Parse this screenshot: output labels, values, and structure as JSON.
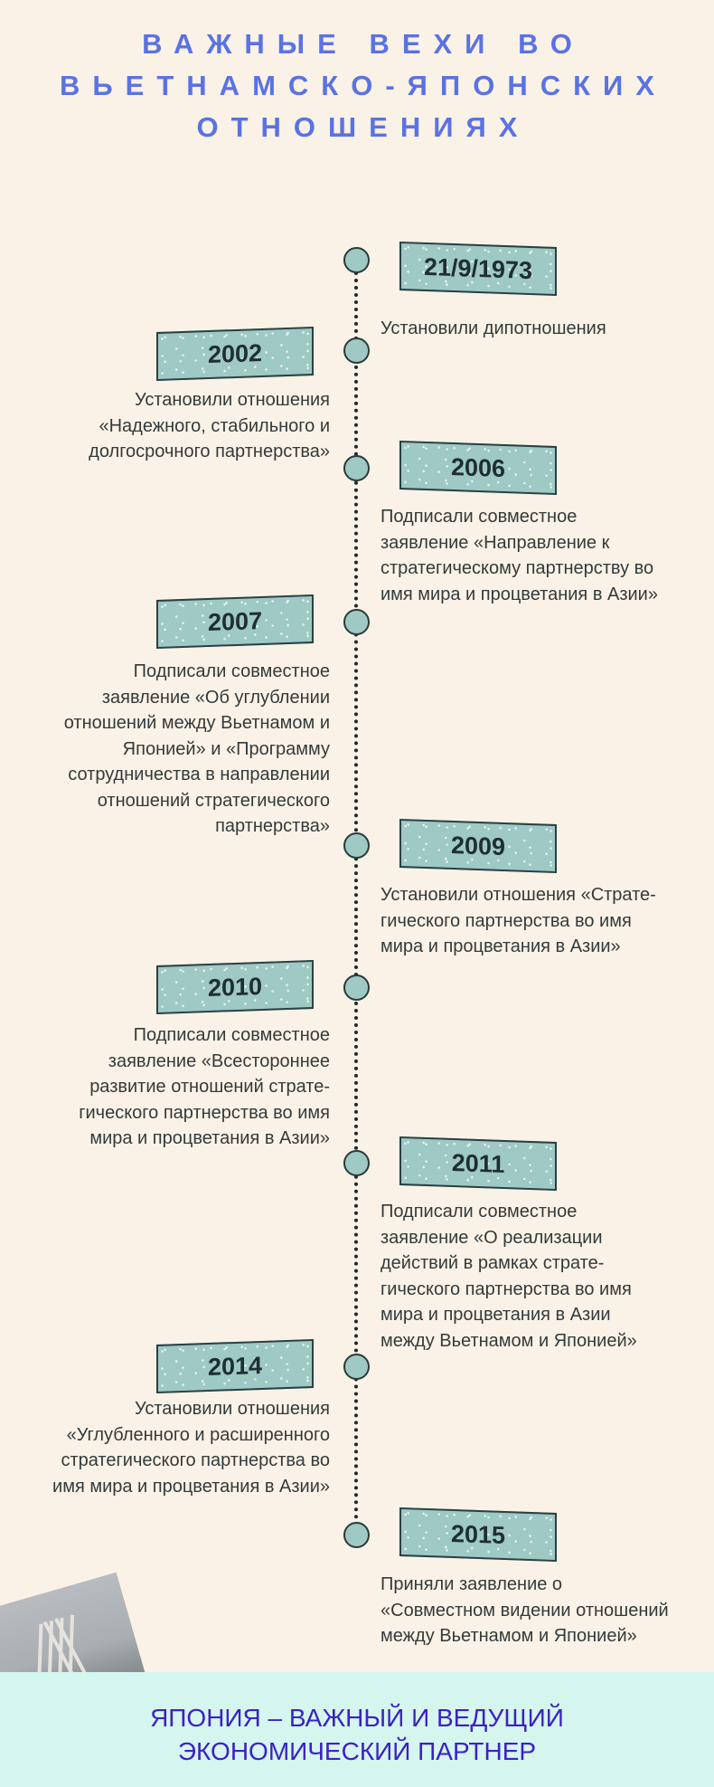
{
  "title": {
    "lines": [
      "ВАЖНЫЕ ВЕХИ ВО",
      "ВЬЕТНАМСКО-ЯПОНСКИХ",
      "ОТНОШЕНИЯХ"
    ],
    "color": "#5b72e3"
  },
  "events": [
    {
      "date": "21/9/1973",
      "lines": [
        "Установили дипотношения"
      ]
    },
    {
      "date": "2002",
      "lines": [
        "Установили отношения",
        "«Надежного, стабильного и",
        "долгосрочного партнерства»"
      ]
    },
    {
      "date": "2006",
      "lines": [
        "Подписали совместное",
        "заявление «Направление к",
        "стратегическому партнерству во",
        "имя мира и процветания в Азии»"
      ]
    },
    {
      "date": "2007",
      "lines": [
        "Подписали совместное",
        "заявление «Об углублении",
        "отношений между Вьетнамом и",
        "Японией» и «Программу",
        "сотрудничества в направлении",
        "отношений стратегического",
        "партнерства»"
      ]
    },
    {
      "date": "2009",
      "lines": [
        "Установили отношения «Страте-",
        "гического партнерства во имя",
        "мира и процветания в Азии»"
      ]
    },
    {
      "date": "2010",
      "lines": [
        "Подписали совместное",
        "заявление «Всестороннее",
        "развитие отношений страте-",
        "гического партнерства во имя",
        "мира и процветания в Азии»"
      ]
    },
    {
      "date": "2011",
      "lines": [
        "Подписали совместное",
        "заявление «О реализации",
        "действий в рамках страте-",
        "гического партнерства во имя",
        "мира и процветания в Азии",
        "между Вьетнамом и Японией»"
      ]
    },
    {
      "date": "2014",
      "lines": [
        "Установили отношения",
        "«Углубленного и расширенного",
        "стратегического партнерства во",
        "имя мира и процветания в Азии»"
      ]
    },
    {
      "date": "2015",
      "lines": [
        "Приняли заявление о",
        "«Совместном видении отношений",
        "между Вьетнамом и Японией»"
      ]
    }
  ],
  "footer": {
    "lines": [
      "ЯПОНИЯ – ВАЖНЫЙ И ВЕДУЩИЙ",
      "ЭКОНОМИЧЕСКИЙ ПАРТНЕР"
    ],
    "color": "#3b22c4",
    "background": "#d5f5ef"
  },
  "colors": {
    "background": "#faf2e6",
    "box": "#9ec9c4"
  }
}
